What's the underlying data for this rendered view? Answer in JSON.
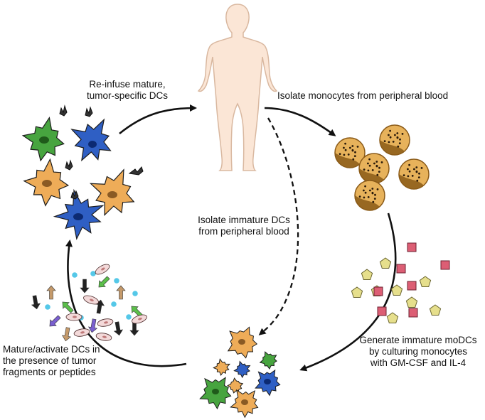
{
  "labels": {
    "reinfuse": [
      "Re-infuse mature,",
      "tumor-specific DCs"
    ],
    "isolate_monocytes": "Isolate monocytes from peripheral blood",
    "isolate_immature": [
      "Isolate immature DCs",
      "from peripheral blood"
    ],
    "generate": [
      "Generate immature moDCs",
      "by culturing monocytes",
      "with GM-CSF and IL-4"
    ],
    "mature": [
      "Mature/activate DCs in",
      "the presence of tumor",
      "fragments or peptides"
    ]
  },
  "colors": {
    "skin": "#fbe6d6",
    "skin_outline": "#d9b8a0",
    "dc_green": "#47a43f",
    "dc_blue": "#2f5fc4",
    "dc_orange": "#eeac58",
    "nucleus_green": "#1f5a1a",
    "nucleus_blue": "#0c2a73",
    "nucleus_orange": "#8a5a24",
    "monocyte_fill": "#e7b25b",
    "monocyte_dark": "#8a5a18",
    "gmcsf_pentagon": "#e6df8c",
    "il4_square": "#dc5e74",
    "arrow": "#111111"
  }
}
